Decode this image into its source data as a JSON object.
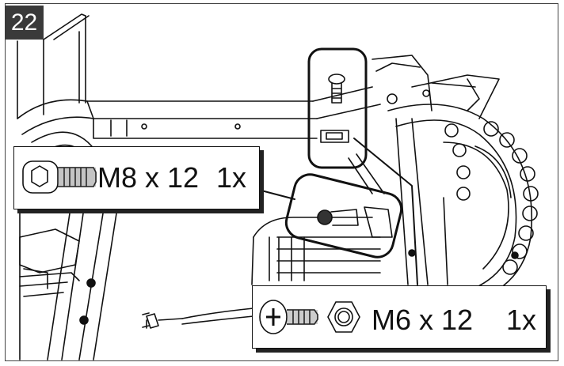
{
  "step": {
    "number": "22"
  },
  "callouts": [
    {
      "size": "M8 x 12",
      "qty": "1x",
      "hardware": "hex-socket-cap-screw"
    },
    {
      "size": "M6 x 12",
      "qty": "1x",
      "hardware": "phillips-screw-and-hex-nut"
    }
  ],
  "colors": {
    "line": "#111111",
    "badge": "#3a3a3a",
    "background": "#ffffff"
  }
}
